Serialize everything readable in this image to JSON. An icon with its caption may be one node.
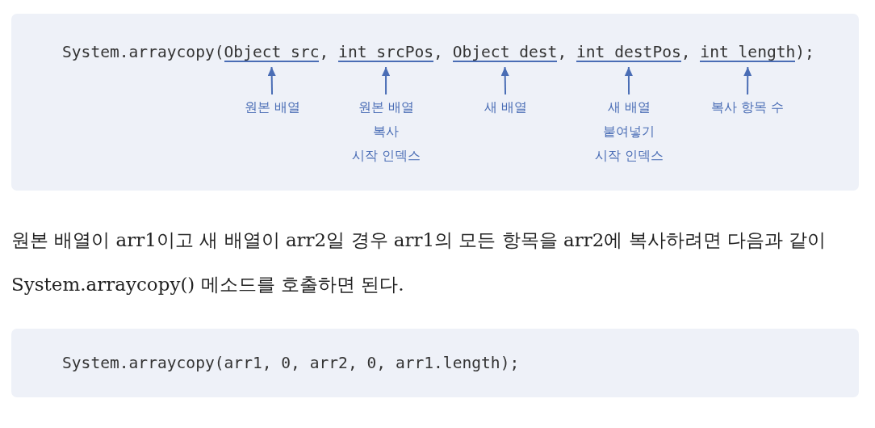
{
  "diagram": {
    "nodes": [
      {
        "text": [
          "System.arraycopy(Object src, int srcPos, Object dest, int destPos, int length);"
        ]
      },
      {
        "text": [],
        "shape": "bar",
        "in": 0
      },
      {
        "text": [],
        "shape": "bar",
        "in": 0
      },
      {
        "text": [],
        "shape": "bar",
        "in": 0
      },
      {
        "text": [],
        "shape": "bar",
        "in": 0
      },
      {
        "text": [],
        "shape": "bar",
        "in": 0
      },
      {
        "text": [
          "원본 배열"
        ],
        "in": 0
      },
      {
        "text": [
          "원본 배열 복사 시작 인덱스"
        ],
        "in": 0
      },
      {
        "text": [
          "새 배열"
        ],
        "in": 0
      },
      {
        "text": [
          "새 배열 붙여넣기 시작 인덱스"
        ],
        "in": 0
      },
      {
        "text": [
          "복사 항목 수"
        ],
        "in": 0
      },
      {
        "text": [
          "System.arraycopy(arr1, 0, arr2, 0, arr1.length);"
        ]
      }
    ],
    "edges": [
      {
        "from": 6,
        "to": 1,
        "arrow": "to"
      },
      {
        "from": 7,
        "to": 2,
        "arrow": "to"
      },
      {
        "from": 8,
        "to": 3,
        "arrow": "to"
      },
      {
        "from": 9,
        "to": 4,
        "arrow": "to"
      },
      {
        "from": 10,
        "to": 5,
        "arrow": "to"
      }
    ],
    "labels": [
      "원본 배열이 arr1이고 새 배열이 arr2일 경우 arr1의 모든 항목을 arr2에 복사하려면 다음과 같이 System.arraycopy() 메소드를 호출하면 된다."
    ]
  }
}
